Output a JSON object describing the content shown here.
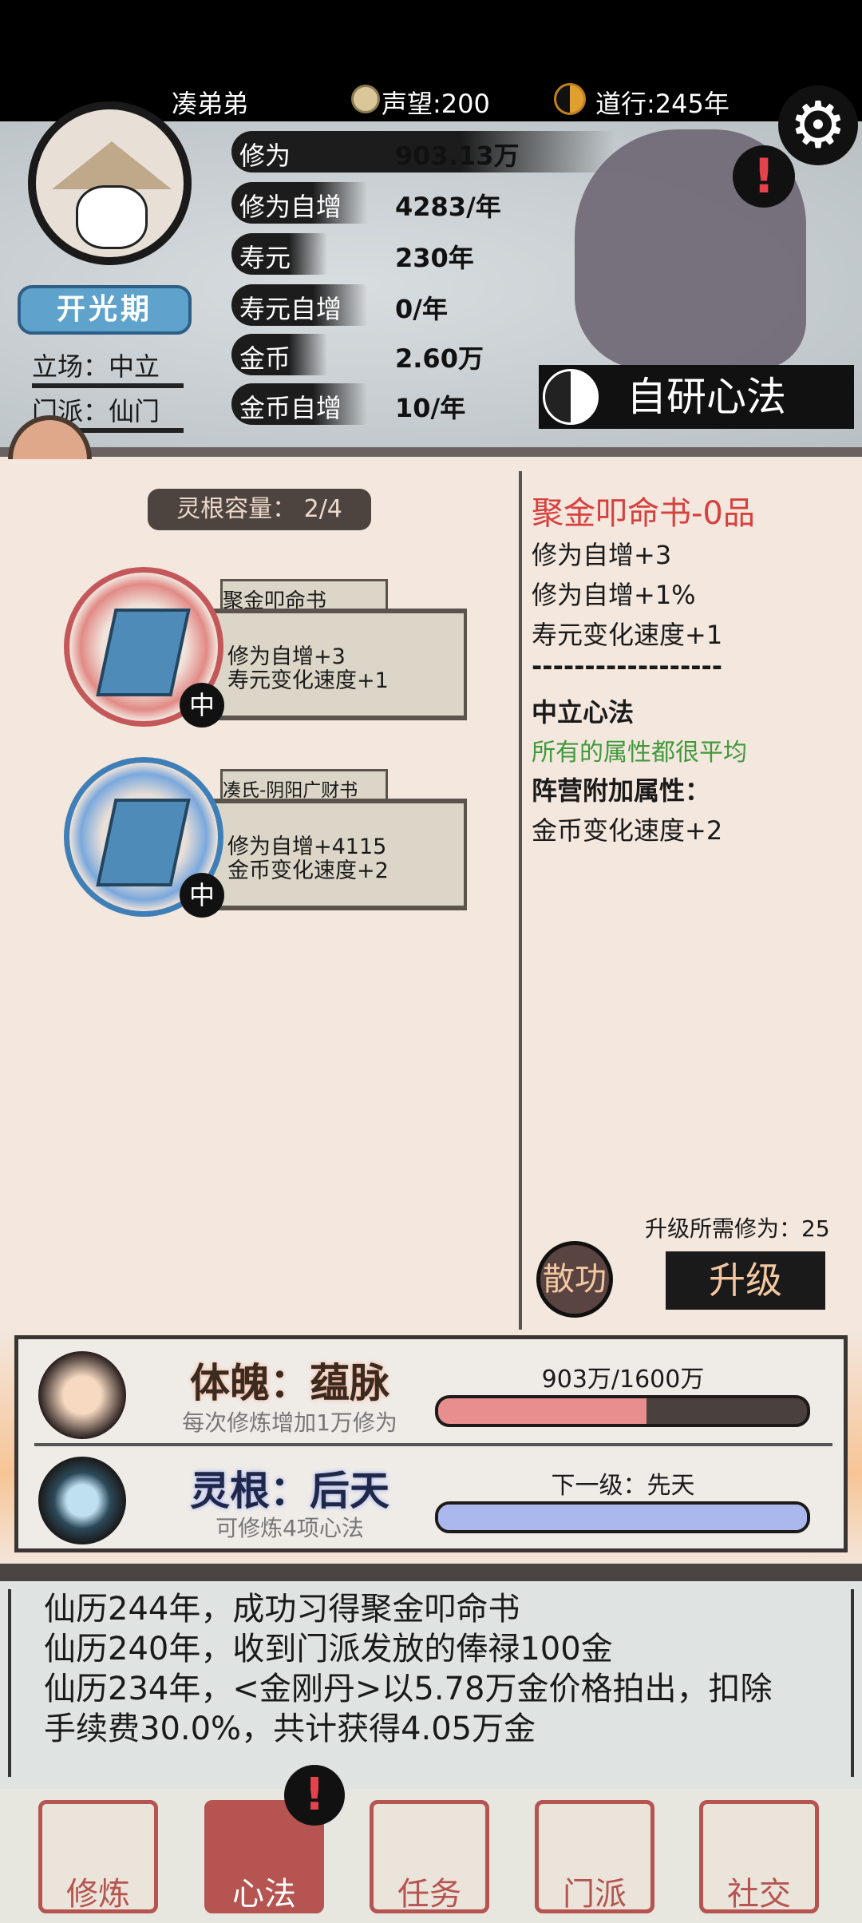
{
  "topbar": {
    "player_name": "凑弟弟",
    "reputation": "声望:200",
    "daoxing": "道行:245年"
  },
  "profile": {
    "realm": "开光期",
    "stance": "立场：中立",
    "sect": "门派：仙门"
  },
  "stats": [
    {
      "label": "修为",
      "value": "903.13万"
    },
    {
      "label": "修为自增",
      "value": "4283/年"
    },
    {
      "label": "寿元",
      "value": "230年"
    },
    {
      "label": "寿元自增",
      "value": "0/年"
    },
    {
      "label": "金币",
      "value": "2.60万"
    },
    {
      "label": "金币自增",
      "value": "10/年"
    }
  ],
  "self_research_button": "自研心法",
  "capacity": "灵根容量： 2/4",
  "techniques": [
    {
      "name": "聚金叩命书",
      "effects": [
        "修为自增+3",
        "寿元变化速度+1"
      ],
      "grade": "中",
      "color": "#d9605e"
    },
    {
      "name": "凑氏-阴阳广财书",
      "effects": [
        "修为自增+4115",
        "金币变化速度+2"
      ],
      "grade": "中",
      "color": "#4a86c0"
    }
  ],
  "detail": {
    "title": "聚金叩命书-0品",
    "effects": [
      "修为自增+3",
      "修为自增+1%",
      "寿元变化速度+1"
    ],
    "separator": "------------------",
    "type_title": "中立心法",
    "type_desc": "所有的属性都很平均",
    "faction_title": "阵营附加属性：",
    "faction_effects": [
      "金币变化速度+2"
    ],
    "upgrade_cost": "升级所需修为：25",
    "dissolve_button": "散功",
    "upgrade_button": "升级"
  },
  "body": {
    "title": "体魄：蕴脉",
    "desc": "每次修炼增加1万修为",
    "progress_text": "903万/1600万",
    "progress": 0.564
  },
  "root": {
    "title": "灵根：后天",
    "desc": "可修炼4项心法",
    "next_text": "下一级：先天",
    "progress": 1.0
  },
  "log": [
    "仙历244年，成功习得聚金叩命书",
    "仙历240年，收到门派发放的俸禄100金",
    "仙历234年，<金刚丹>以5.78万金价格拍出，扣除",
    "手续费30.0%，共计获得4.05万金"
  ],
  "nav": [
    {
      "label": "修炼",
      "active": false
    },
    {
      "label": "心法",
      "active": true
    },
    {
      "label": "任务",
      "active": false
    },
    {
      "label": "门派",
      "active": false
    },
    {
      "label": "社交",
      "active": false
    }
  ],
  "colors": {
    "accent_red": "#d8403e",
    "green": "#3f9a3a",
    "seal_red": "#b55450",
    "body_bar": "#e88e8e",
    "root_bar": "#aab8ee"
  }
}
